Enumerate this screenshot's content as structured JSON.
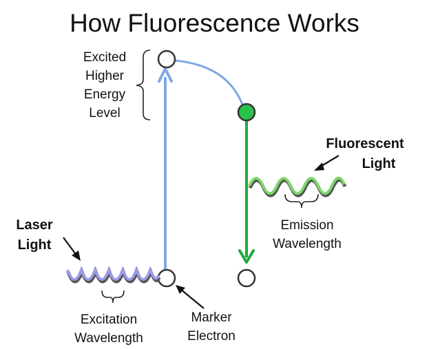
{
  "title": "How Fluorescence Works",
  "labels": {
    "excited_level": [
      "Excited",
      "Higher",
      "Energy",
      "Level"
    ],
    "fluorescent_light": [
      "Fluorescent",
      "Light"
    ],
    "laser_light": [
      "Laser",
      "Light"
    ],
    "emission_wavelength": [
      "Emission",
      "Wavelength"
    ],
    "excitation_wavelength": [
      "Excitation",
      "Wavelength"
    ],
    "marker_electron": [
      "Marker",
      "Electron"
    ]
  },
  "colors": {
    "excitation": "#7fa7e6",
    "emission": "#22a83a",
    "excited_electron": "#2bc24a",
    "laser_wave": "#9a9ce8",
    "fluorescent_wave": "#7ed86a",
    "wave_shadow": "#555555",
    "outline": "#333333"
  }
}
